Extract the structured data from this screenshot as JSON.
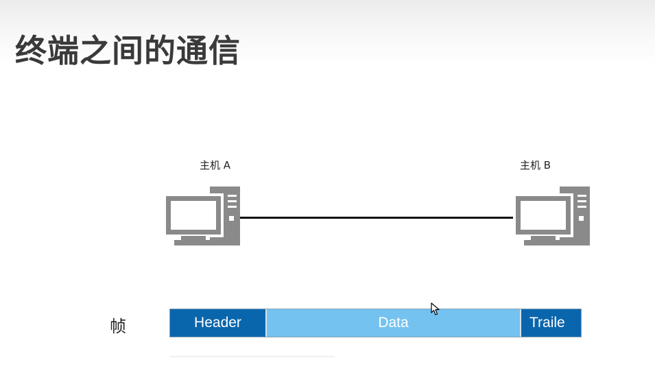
{
  "slide": {
    "title": "终端之间的通信"
  },
  "hosts": [
    {
      "label": "主机 A",
      "icon": "desktop-computer-icon"
    },
    {
      "label": "主机 B",
      "icon": "desktop-computer-icon"
    }
  ],
  "frame": {
    "label": "帧",
    "segments": [
      {
        "label": "Header",
        "color": "#0a66ac"
      },
      {
        "label": "Data",
        "color": "#74c2f0"
      },
      {
        "label": "Traile",
        "color": "#0a66ac"
      }
    ]
  },
  "colors": {
    "computer": "#8a8a8a",
    "link": "#111111",
    "title": "#3a3a3a"
  }
}
